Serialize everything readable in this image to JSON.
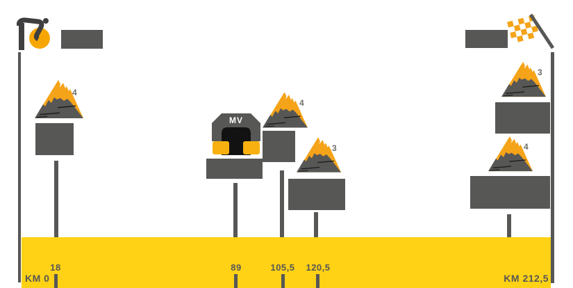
{
  "stage_profile": {
    "start": {
      "icon": "cyclist-logo",
      "name_box": "redacted-start-town"
    },
    "finish": {
      "icon": "checkered-flag",
      "name_box": "redacted-finish-town"
    }
  },
  "climbs": [
    {
      "category": "4",
      "km": "18"
    },
    {
      "category": "4",
      "km": "105,5"
    },
    {
      "category": "3",
      "km": "120,5"
    },
    {
      "category": "3",
      "km": ""
    },
    {
      "category": "4",
      "km": ""
    }
  ],
  "landmark": {
    "label": "MV",
    "icon": "tunnel-arch",
    "km": "89"
  },
  "km_axis": {
    "start_label": "KM 0",
    "finish_label": "KM 212,5",
    "ticks": [
      "18",
      "89",
      "105,5",
      "120,5"
    ]
  },
  "colors": {
    "route_yellow": "#FFD215",
    "accent_orange": "#F5A319",
    "gray": "#575756",
    "dark": "#3F3F3F"
  }
}
